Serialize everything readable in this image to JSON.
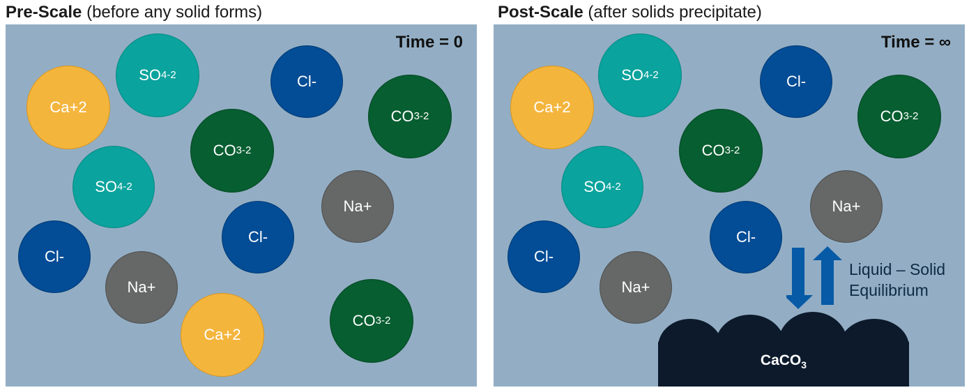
{
  "left": {
    "heading_bold": "Pre-Scale",
    "heading_rest": " (before any solid forms)",
    "time": "Time = 0",
    "ions": [
      {
        "kind": "ca",
        "base": "Ca+2",
        "sub": "",
        "sup": ""
      },
      {
        "kind": "so4",
        "base": "SO",
        "sub": "4",
        "sup": "-2"
      },
      {
        "kind": "cl",
        "base": "Cl-",
        "sub": "",
        "sup": ""
      },
      {
        "kind": "co3",
        "base": "CO",
        "sub": "3",
        "sup": "-2"
      },
      {
        "kind": "co3",
        "base": "CO",
        "sub": "3",
        "sup": "-2"
      },
      {
        "kind": "so4",
        "base": "SO",
        "sub": "4",
        "sup": "-2"
      },
      {
        "kind": "na",
        "base": "Na+",
        "sub": "",
        "sup": ""
      },
      {
        "kind": "cl",
        "base": "Cl-",
        "sub": "",
        "sup": ""
      },
      {
        "kind": "cl",
        "base": "Cl-",
        "sub": "",
        "sup": ""
      },
      {
        "kind": "na",
        "base": "Na+",
        "sub": "",
        "sup": ""
      },
      {
        "kind": "ca",
        "base": "Ca+2",
        "sub": "",
        "sup": ""
      },
      {
        "kind": "co3",
        "base": "CO",
        "sub": "3",
        "sup": "-2"
      }
    ]
  },
  "right": {
    "heading_bold": "Post-Scale",
    "heading_rest": " (after solids precipitate)",
    "time": "Time = ∞",
    "ions": [
      {
        "kind": "ca",
        "base": "Ca+2",
        "sub": "",
        "sup": ""
      },
      {
        "kind": "so4",
        "base": "SO",
        "sub": "4",
        "sup": "-2"
      },
      {
        "kind": "cl",
        "base": "Cl-",
        "sub": "",
        "sup": ""
      },
      {
        "kind": "co3",
        "base": "CO",
        "sub": "3",
        "sup": "-2"
      },
      {
        "kind": "co3",
        "base": "CO",
        "sub": "3",
        "sup": "-2"
      },
      {
        "kind": "so4",
        "base": "SO",
        "sub": "4",
        "sup": "-2"
      },
      {
        "kind": "na",
        "base": "Na+",
        "sub": "",
        "sup": ""
      },
      {
        "kind": "cl",
        "base": "Cl-",
        "sub": "",
        "sup": ""
      },
      {
        "kind": "cl",
        "base": "Cl-",
        "sub": "",
        "sup": ""
      },
      {
        "kind": "na",
        "base": "Na+",
        "sub": "",
        "sup": ""
      }
    ],
    "equilibrium_line1": "Liquid – Solid",
    "equilibrium_line2": "Equilibrium",
    "solid_base": "CaCO",
    "solid_sub": "3"
  },
  "colors": {
    "water": "#93aec4",
    "calcium": "#f4b53d",
    "sulfate": "#0aa39d",
    "chloride": "#034c96",
    "carbonate": "#075e30",
    "sodium": "#666767",
    "arrow": "#075aa6",
    "solid": "#0c1a2c"
  }
}
